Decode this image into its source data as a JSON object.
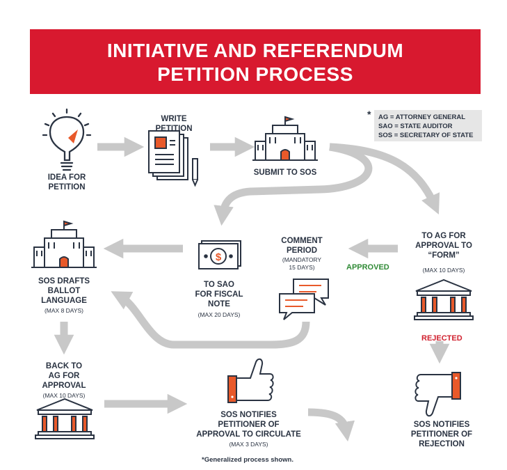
{
  "title": {
    "line1": "INITIATIVE AND REFERENDUM",
    "line2": "PETITION PROCESS"
  },
  "legend": {
    "asterisk": "*",
    "items": [
      "AG = ATTORNEY GENERAL",
      "SAO = STATE AUDITOR",
      "SOS = SECRETARY OF STATE"
    ]
  },
  "steps": {
    "idea": {
      "line1": "IDEA FOR",
      "line2": "PETITION"
    },
    "write": {
      "line1": "WRITE",
      "line2": "PETITION"
    },
    "submit": {
      "line1": "SUBMIT TO SOS"
    },
    "ag_form": {
      "line1": "TO AG FOR",
      "line2": "APPROVAL TO",
      "line3": "“FORM”",
      "sub": "(MAX 10 DAYS)"
    },
    "comment": {
      "line1": "COMMENT",
      "line2": "PERIOD",
      "sub1": "(MANDATORY",
      "sub2": "15 DAYS)"
    },
    "sao": {
      "line1": "TO SAO",
      "line2": "FOR FISCAL",
      "line3": "NOTE",
      "sub": "(MAX 20 DAYS)"
    },
    "sos_drafts": {
      "line1": "SOS DRAFTS",
      "line2": "BALLOT",
      "line3": "LANGUAGE",
      "sub": "(MAX 8 DAYS)"
    },
    "back_ag": {
      "line1": "BACK TO",
      "line2": "AG FOR",
      "line3": "APPROVAL",
      "sub": "(MAX 10 DAYS)"
    },
    "circulate": {
      "line1": "SOS NOTIFIES",
      "line2": "PETITIONER OF",
      "line3": "APPROVAL TO CIRCULATE",
      "sub": "(MAX 3 DAYS)"
    },
    "rejection": {
      "line1": "SOS NOTIFIES",
      "line2": "PETITIONER OF",
      "line3": "REJECTION"
    }
  },
  "branch_labels": {
    "approved": "APPROVED",
    "rejected": "REJECTED"
  },
  "footnote": "*Generalized process shown.",
  "icons": [
    "lightbulb-icon",
    "document-icon",
    "pencil-icon",
    "capitol-building-icon",
    "money-icon",
    "speech-bubbles-icon",
    "courthouse-icon",
    "thumbs-up-icon",
    "thumbs-down-icon"
  ],
  "colors": {
    "banner": "#d8192f",
    "accent": "#e8592a",
    "navy": "#2a3342",
    "arrow": "#c8c8c8",
    "approved": "#2f8a35",
    "rejected": "#d0202e"
  }
}
